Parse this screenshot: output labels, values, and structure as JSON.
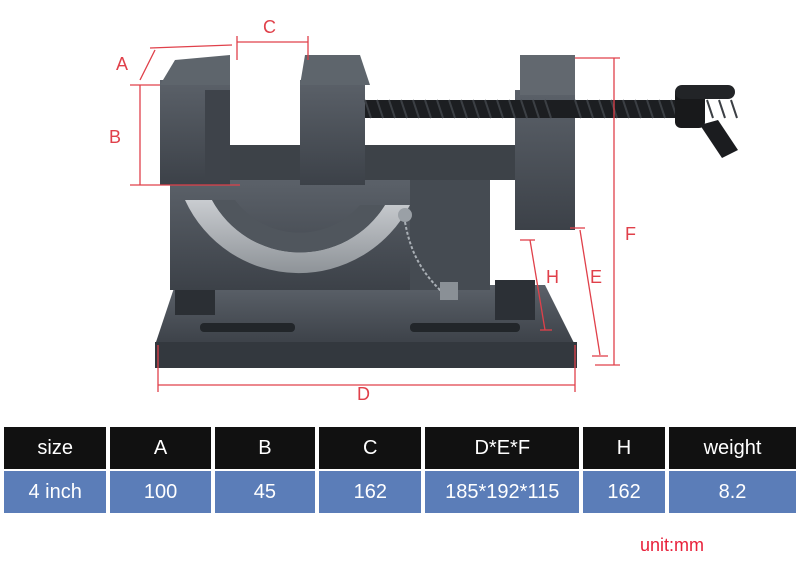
{
  "dimension_labels": {
    "a": "A",
    "b": "B",
    "c": "C",
    "d": "D",
    "e": "E",
    "f": "F",
    "h": "H"
  },
  "colors": {
    "dimension_line": "#e0404a",
    "vise_body": "#4a5058",
    "header_bg": "#111111",
    "row_bg": "#5b7db8",
    "unit_text": "#e8203a"
  },
  "table": {
    "headers": [
      "size",
      "A",
      "B",
      "C",
      "D*E*F",
      "H",
      "weight"
    ],
    "row": [
      "4 inch",
      "100",
      "45",
      "162",
      "185*192*115",
      "162",
      "8.2"
    ]
  },
  "unit_note": "unit:mm"
}
